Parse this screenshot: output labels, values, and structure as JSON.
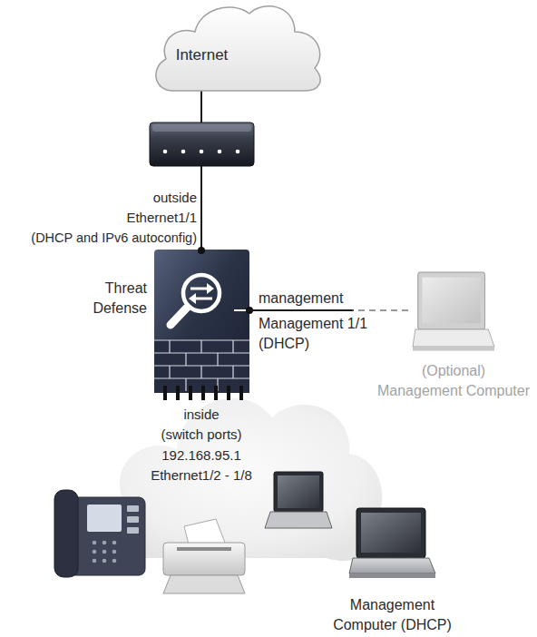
{
  "diagram": {
    "nodes": [
      {
        "text": [
          "Internet"
        ]
      },
      {
        "text": [
          "Threat Defense"
        ]
      },
      {
        "text": [
          "(Optional)",
          "Management Computer"
        ]
      },
      {
        "text": [
          "inside",
          "(switch ports)",
          "192.168.95.1",
          "Ethernet1/2 - 1/8"
        ]
      },
      {
        "text": [
          "Management Computer (DHCP)"
        ],
        "in": 3
      }
    ],
    "edges": [
      {
        "from": 1,
        "to": 2,
        "arrow": "none",
        "label": "management"
      }
    ],
    "labels": [
      "outside",
      "Ethernet1/1",
      "(DHCP and IPv6 autoconfig)",
      "Management 1/1",
      "(DHCP)"
    ]
  }
}
